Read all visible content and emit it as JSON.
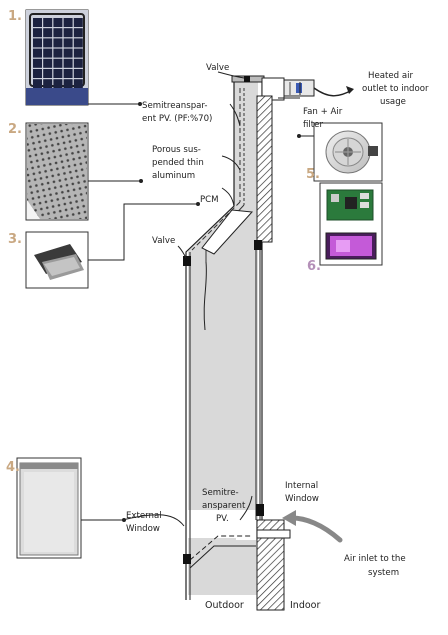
{
  "numbers": {
    "n1": "1.",
    "n2": "2.",
    "n3": "3.",
    "n4": "4.",
    "n5": "5.",
    "n6": "6."
  },
  "labels": {
    "valve_top": "Valve",
    "heated_air": [
      "Heated air",
      "outlet to indoor",
      "usage"
    ],
    "fan_filter": [
      "Fan + Air",
      "filter"
    ],
    "semi_pv_top": [
      "Semitreanspar-",
      "ent PV. (PF:%70)"
    ],
    "porous": [
      "Porous sus-",
      "pended thin",
      "aluminum"
    ],
    "pcm": "PCM",
    "valve_mid": "Valve",
    "internal_window": [
      "Internal",
      "Window"
    ],
    "semi_pv_bottom": [
      "Semitre-",
      "ansparent",
      "PV."
    ],
    "external_window": [
      "External",
      "Window"
    ],
    "air_inlet": [
      "Air inlet to the",
      "system"
    ],
    "outdoor": "Outdoor",
    "indoor": "Indoor"
  },
  "colors": {
    "number_tan": "#c9a882",
    "number_purple": "#b490b8",
    "cavity_fill": "#d9d9d9",
    "line": "#222222"
  }
}
